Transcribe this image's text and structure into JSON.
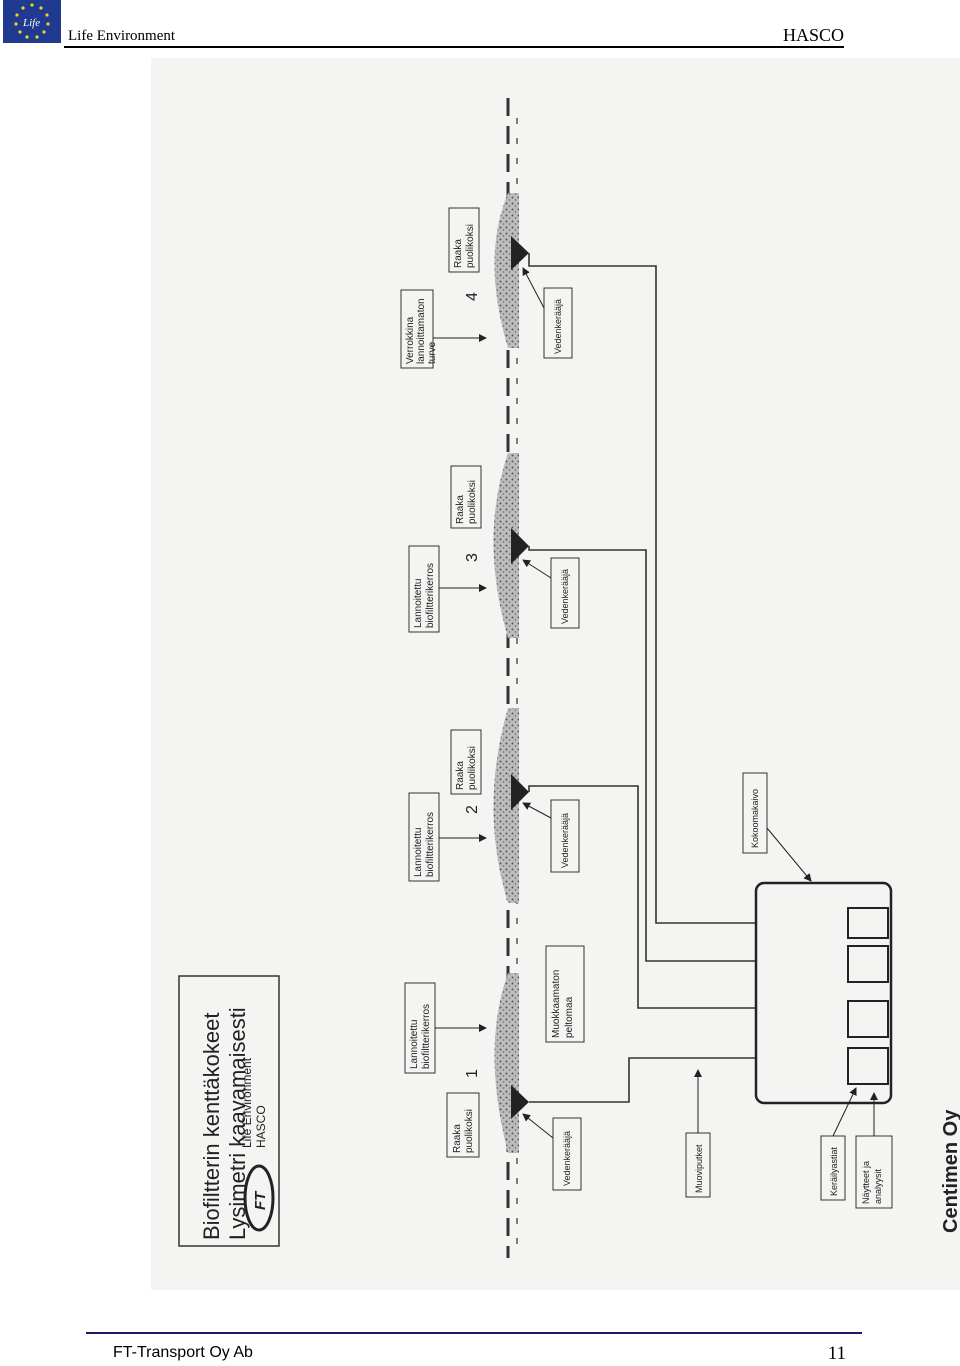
{
  "header": {
    "left_text": "Life Environment",
    "right_text": "HASCO",
    "logo_text": "Life",
    "logo_color": "#1f3a8f",
    "star_color": "#f2d22e"
  },
  "diagram": {
    "title_line1": "Biofiltterin kenttäkokeet",
    "title_line2": "Lysimetri kaavamaisesti",
    "subtitle_line1": "Life Environment",
    "subtitle_line2": "HASCO",
    "ft_logo": "FT",
    "plot_numbers": [
      "1",
      "2",
      "3",
      "4"
    ],
    "labels": {
      "lannoitettu_1": [
        "Lannoitettu",
        "biofiltterikerros"
      ],
      "lannoitettu_2": [
        "Lannoitettu",
        "biofiltterikerros"
      ],
      "lannoitettu_3": [
        "Lannoitettu",
        "biofiltterikerros"
      ],
      "verrokkina": [
        "Verrokkina",
        "lannoittamaton",
        "turve"
      ],
      "raaka_1": [
        "Raaka",
        "puolikoksi"
      ],
      "raaka_2": [
        "Raaka",
        "puolikoksi"
      ],
      "raaka_3": [
        "Raaka",
        "puolikoksi"
      ],
      "raaka_4": [
        "Raaka",
        "puolikoksi"
      ],
      "muokkaamaton": [
        "Muokkaamaton",
        "peltomaa"
      ],
      "vedenkeraaja_1": "Vedenkerääjä",
      "vedenkeraaja_2": "Vedenkerääjä",
      "vedenkeraaja_3": "Vedenkerääjä",
      "vedenkeraaja_4": "Vedenkerääjä",
      "kokoomakaivo": "Kokoomakaivo",
      "muoviputket": "Muoviputket",
      "keraysastiat": "Keräilyastiat",
      "naytteet": [
        "Näytteet ja",
        "analyysit"
      ]
    },
    "company_mark": "Centimen Oy"
  },
  "footer": {
    "left_text": "FT-Transport Oy Ab",
    "page_number": "11",
    "line_color": "#1a1a6e"
  }
}
